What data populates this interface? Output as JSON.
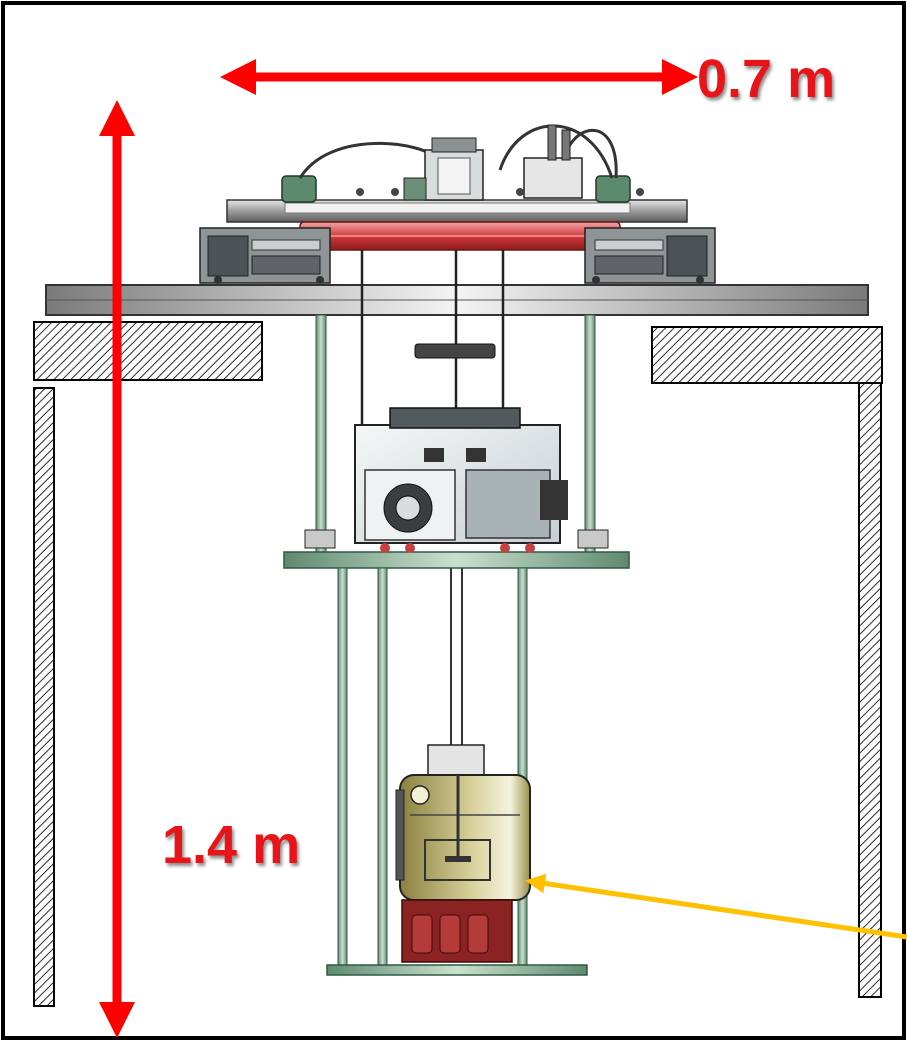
{
  "diagram": {
    "width_label": "0.7 m",
    "height_label": "1.4 m"
  },
  "colors": {
    "dimension_arrow": "#ff0000",
    "dimension_text": "#e8141a",
    "pointer_arrow": "#ffc000",
    "frame_rod": "#8fb09a",
    "plate_gray": "#9a9a9a",
    "heater_red": "#d23a3a",
    "canister_olive": "#b5a95e",
    "hatch": "#2a2a2a"
  },
  "icons": {
    "width_arrow": "double-headed-horizontal-arrow",
    "height_arrow": "double-headed-vertical-arrow",
    "pointer": "pointer-arrow"
  }
}
